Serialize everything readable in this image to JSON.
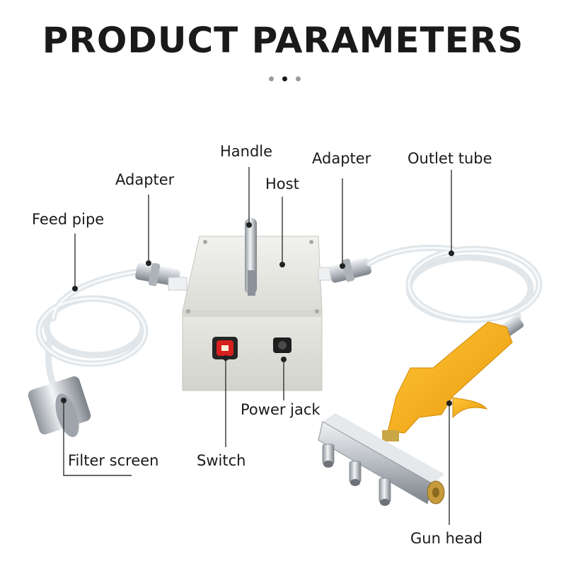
{
  "title": "PRODUCT PARAMETERS",
  "pagination": {
    "total": 3,
    "active_index": 1
  },
  "labels": {
    "handle": "Handle",
    "adapter_left": "Adapter",
    "host": "Host",
    "adapter_right": "Adapter",
    "outlet_tube": "Outlet tube",
    "feed_pipe": "Feed pipe",
    "power_jack": "Power jack",
    "switch": "Switch",
    "filter_screen": "Filter screen",
    "gun_head": "Gun head"
  },
  "colors": {
    "title": "#1a1a1a",
    "host_body": "#e6e6e0",
    "gun_handle": "#f5b01a",
    "switch": "#d8201e",
    "metal": "#c9cdd2"
  }
}
